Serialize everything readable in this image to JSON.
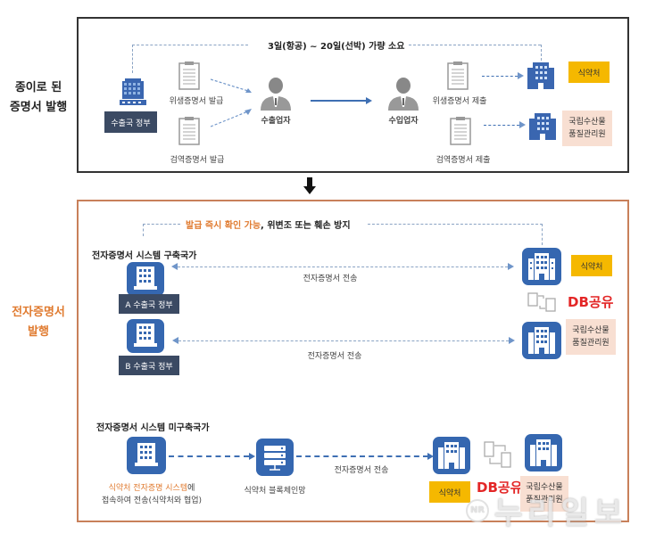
{
  "paper_section": {
    "label": "종이로 된\n증명서 발행",
    "label_lines": [
      "종이로 된",
      "증명서 발행"
    ],
    "duration_note": "3일(항공) ~ 20일(선박) 가량 소요",
    "exporting_gov": "수출국 정부",
    "doc_sanitary_issue": "위생증명서 발급",
    "doc_quarantine_issue": "검역증명서 발급",
    "exporter": "수출업자",
    "importer": "수입업자",
    "doc_sanitary_submit": "위생증명서 제출",
    "doc_quarantine_submit": "검역증명서 제출",
    "mfds": "식약처",
    "nfqs_lines": [
      "국립수산물",
      "품질관리원"
    ]
  },
  "electronic_section": {
    "label_lines": [
      "전자증명서",
      "발행"
    ],
    "benefit_highlight": "발급 즉시 확인 가능",
    "benefit_rest": ", 위변조 또는 훼손 방지",
    "built_countries_title": "전자증명서 시스템 구축국가",
    "gov_a": "A 수출국 정부",
    "gov_b": "B 수출국 정부",
    "transfer_1": "전자증명서 전송",
    "transfer_2": "전자증명서 전송",
    "mfds": "식약처",
    "db_share": "DB공유",
    "nfqs_lines": [
      "국립수산물",
      "품질관리원"
    ],
    "unbuilt_countries_title": "전자증명서 시스템 미구축국가",
    "unbuilt_desc_highlight": "식약처 전자증명 시스템",
    "unbuilt_desc_suffix": "에",
    "unbuilt_desc_line2": "접속하여 전송(식약처와 협업)",
    "blockchain": "식약처 블록체인망",
    "transfer_3": "전자증명서 전송",
    "mfds_2": "식약처",
    "db_share_2": "DB공유",
    "nfqs_2_lines": [
      "국립수산물",
      "품질관리원"
    ]
  },
  "watermark": {
    "logo": "NR",
    "text": "누리일보"
  },
  "colors": {
    "accent_blue": "#3567b0",
    "orange_text": "#e07b30",
    "db_red": "#e32626",
    "mfds_yellow": "#f5b800",
    "nfqs_peach": "#f8dfd2",
    "gov_dark": "#3b4a63"
  }
}
